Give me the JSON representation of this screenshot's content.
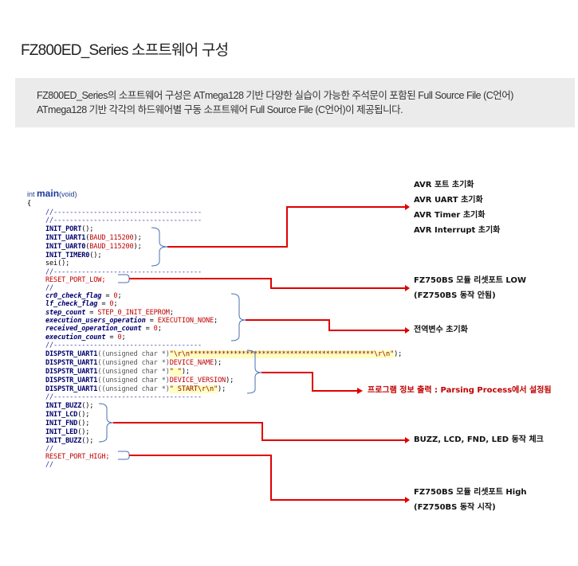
{
  "page_title": "FZ800ED_Series 소프트웨어 구성",
  "intro": {
    "line1": "FZ800ED_Series의 소프트웨어 구성은 ATmega128 기반 다양한 실습이 가능한 주석문이 포함된 Full Source File (C언어)",
    "line2": "ATmega128 기반 각각의 하드웨어별 구동 소프트웨어 Full Source File (C언어)이 제공됩니다."
  },
  "code": {
    "sig_int": "int ",
    "sig_main": "main",
    "sig_void": "(void)",
    "brace": "{",
    "sep": "//-------------------------------------",
    "sep_short": "//",
    "init_port": "INIT_PORT",
    "init_uart1": "INIT_UART1",
    "init_uart0": "INIT_UART0",
    "baud": "BAUD_115200",
    "init_timer0": "INIT_TIMER0",
    "sei": "sei();",
    "reset_low": "RESET_PORT_LOW;",
    "cr0_flag": "cr0_check_flag",
    "lf_flag": "lf_check_flag",
    "step_count": "step_count",
    "step_val": "STEP_0_INIT_EEPROM",
    "exec_op": "execution_users_operation",
    "exec_val": "EXECUTION_NONE",
    "recv_count": "received_operation_count",
    "exec_count": "execution_count",
    "zero": "0",
    "dispstr": "DISPSTR_UART1",
    "cast": "((unsigned char *)",
    "str_stars": "\"\\r\\n**********************************************\\r\\n\"",
    "str_device_name": "DEVICE_NAME",
    "str_space": "\" \"",
    "str_device_version": "DEVICE_VERSION",
    "str_start": "\" START\\r\\n\"",
    "init_buzz": "INIT_BUZZ",
    "init_lcd": "INIT_LCD",
    "init_fnd": "INIT_FND",
    "init_led": "INIT_LED",
    "reset_high": "RESET_PORT_HIGH;"
  },
  "annotations": {
    "avr_port": "AVR 포트 초기화",
    "avr_uart": "AVR UART 초기화",
    "avr_timer": "AVR Timer 초기화",
    "avr_interrupt": "AVR Interrupt 초기화",
    "reset_low_1": "FZ750BS 모듈 리셋포트 LOW",
    "reset_low_2": "(FZ750BS 동작 안됨)",
    "globals": "전역변수 초기화",
    "program_info": "프로그램 정보 출력 : Parsing Process에서 설정됨",
    "peripherals": "BUZZ, LCD, FND, LED 동작 체크",
    "reset_high_1": "FZ750BS 모듈 리셋포트 High",
    "reset_high_2": "(FZ750BS 동작 시작)"
  },
  "colors": {
    "wire": "#e00000",
    "bracket": "#4a6fb5",
    "highlight": "#ffffbf"
  }
}
